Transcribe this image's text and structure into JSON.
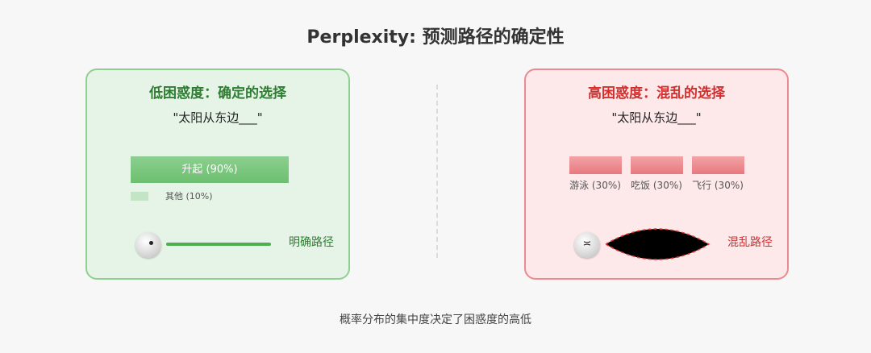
{
  "title": "Perplexity: 预测路径的确定性",
  "low": {
    "heading": "低困惑度：确定的选择",
    "prompt": "\"太阳从东边___\"",
    "main_label": "升起 (90%)",
    "main_prob": 0.9,
    "other_label": "其他 (10%)",
    "other_prob": 0.1,
    "path_label": "明确路径",
    "colors": {
      "accent": "#2e7d32",
      "bar": "#6cbf70",
      "border": "#8fcf92",
      "background": "#e6f4e7"
    }
  },
  "high": {
    "heading": "高困惑度：混乱的选择",
    "prompt": "\"太阳从东边___\"",
    "options": [
      {
        "label": "游泳 (30%)",
        "prob": 0.3
      },
      {
        "label": "吃饭 (30%)",
        "prob": 0.3
      },
      {
        "label": "飞行 (30%)",
        "prob": 0.3
      }
    ],
    "ball_symbol": "≍",
    "path_label": "混乱路径",
    "colors": {
      "accent": "#d32f2f",
      "bar": "#e8797e",
      "border": "#ec8a8f",
      "background": "#fde8ea"
    }
  },
  "footer": "概率分布的集中度决定了困惑度的高低"
}
